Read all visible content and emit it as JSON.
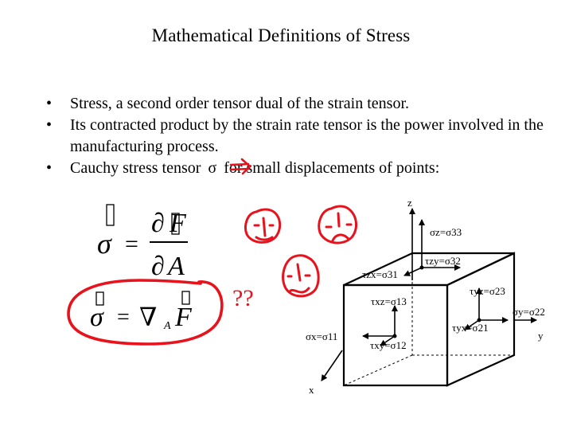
{
  "slide": {
    "title": "Mathematical Definitions of Stress",
    "bullets": [
      {
        "text": "Stress, a second order tensor dual of the strain tensor."
      },
      {
        "text": "Its contracted product by the strain rate tensor is the power involved in the manufacturing process."
      },
      {
        "text_before": "Cauchy stress tensor",
        "symbol": "σ",
        "text_after": "for small displacements of points:"
      }
    ],
    "bullet_char": "•"
  },
  "equations": {
    "eq1": {
      "lhs": "σ",
      "equals": "=",
      "num_d": "∂",
      "num_var": "F",
      "den_d": "∂",
      "den_var": "A"
    },
    "eq2": {
      "lhs": "σ",
      "equals": "=",
      "op": "∇",
      "sub": "A",
      "var": "F"
    }
  },
  "diagram": {
    "axes": {
      "z": "z",
      "y": "y",
      "x": "x"
    },
    "labels": {
      "sz": "σz=σ33",
      "tzy": "τzy=σ32",
      "tzx": "τzx=σ31",
      "tyz": "τyz=σ23",
      "txz": "τxz=σ13",
      "sy": "σy=σ22",
      "tyx": "τyx=σ21",
      "sx": "σx=σ11",
      "txy": "τxy=σ12"
    }
  },
  "annotations": {
    "question_marks": "??",
    "ink_color": "#e8121c"
  }
}
